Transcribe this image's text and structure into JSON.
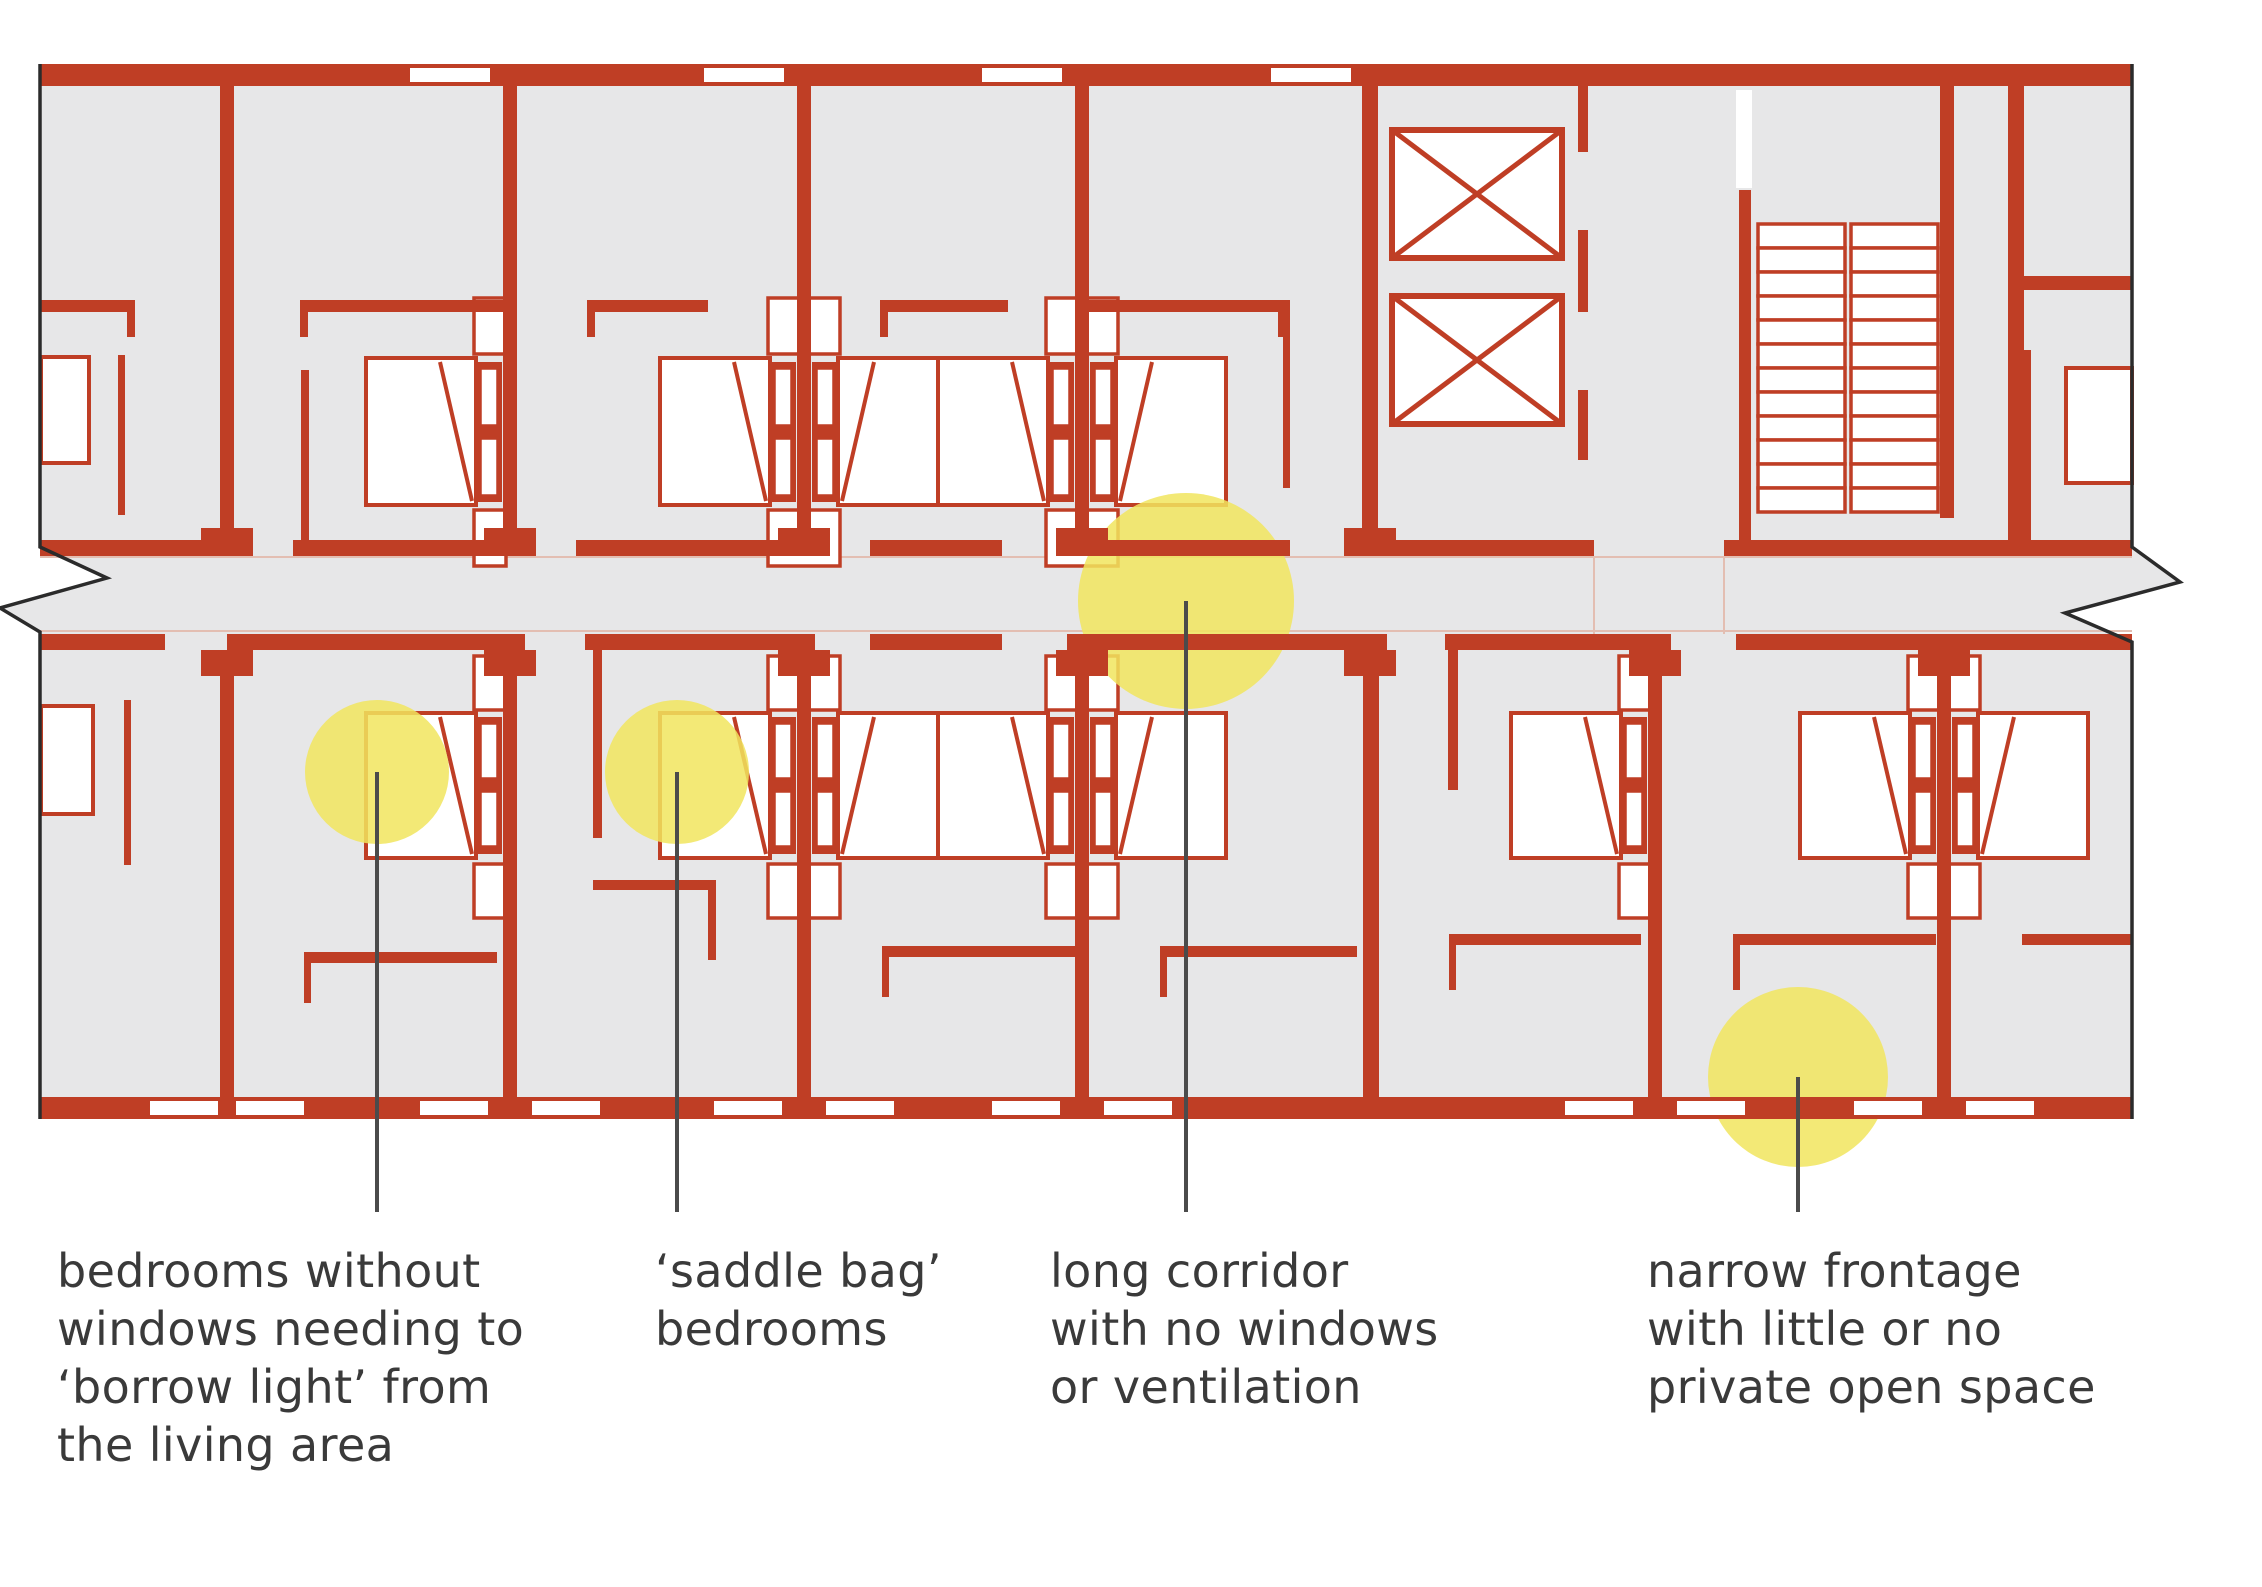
{
  "diagram": {
    "kind": "apartment-building-typical-floor-plan-critique",
    "corridor": "double-loaded central corridor, plan cut with break symbols at both ends",
    "core": [
      "elevator-shaft",
      "elevator-shaft",
      "double-flight-stair"
    ]
  },
  "colors": {
    "wall": "#bf3e25",
    "floor": "#e7e7e8",
    "bed": "#ffffff",
    "highlight": "#f1e55e",
    "leader": "#4b4b4b",
    "text": "#3a3a3a",
    "break": "#2b2b2b",
    "hairline": "#e3beb2"
  },
  "annotations": [
    {
      "id": "borrow-light",
      "text": "bedrooms without\nwindows needing to\n‘borrow light’ from\nthe living area"
    },
    {
      "id": "saddle-bag",
      "text": "‘saddle bag’\nbedrooms"
    },
    {
      "id": "long-corridor",
      "text": "long corridor\nwith no windows\nor ventilation"
    },
    {
      "id": "narrow-frontage",
      "text": "narrow frontage\nwith little or no\nprivate open space"
    }
  ]
}
